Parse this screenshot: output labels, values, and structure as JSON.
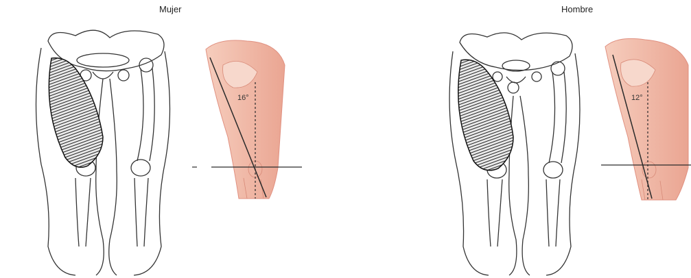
{
  "panels": [
    {
      "title": "Mujer",
      "angle_label": "16°",
      "q_angle_deg": 16
    },
    {
      "title": "Hombre",
      "angle_label": "12°",
      "q_angle_deg": 12
    }
  ],
  "colors": {
    "skin": "#f3c0ae",
    "skin_dark": "#e7998a",
    "line": "#2a2a2a",
    "outline": "#333333"
  }
}
